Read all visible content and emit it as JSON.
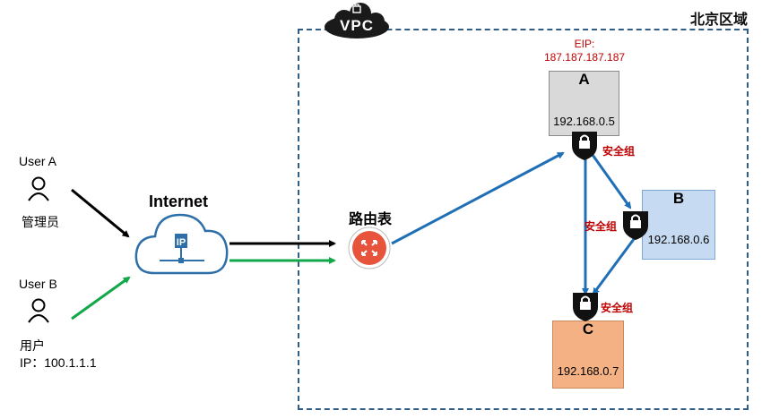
{
  "region_label": "北京区域",
  "vpc_label": "VPC",
  "internet_label": "Internet",
  "cloud_badge": "IP",
  "router_label": "路由表",
  "users": [
    {
      "name": "User A",
      "role": "管理员"
    },
    {
      "name": "User B",
      "role": "用户",
      "ip": "IP：100.1.1.1"
    }
  ],
  "eip": {
    "label": "EIP:",
    "address": "187.187.187.187"
  },
  "servers": [
    {
      "letter": "A",
      "ip": "192.168.0.5"
    },
    {
      "letter": "B",
      "ip": "192.168.0.6"
    },
    {
      "letter": "C",
      "ip": "192.168.0.7"
    }
  ],
  "security_group_label": "安全组",
  "colors": {
    "vpc_border": "#2f5d86",
    "arrow_blue": "#1f6fb7",
    "arrow_green": "#12a84a",
    "arrow_black": "#000000",
    "router": "#e8533c",
    "security_text": "#c00000",
    "server_a": "#d9d9d9",
    "server_b": "#c6dbf2",
    "server_c": "#f4b183"
  }
}
